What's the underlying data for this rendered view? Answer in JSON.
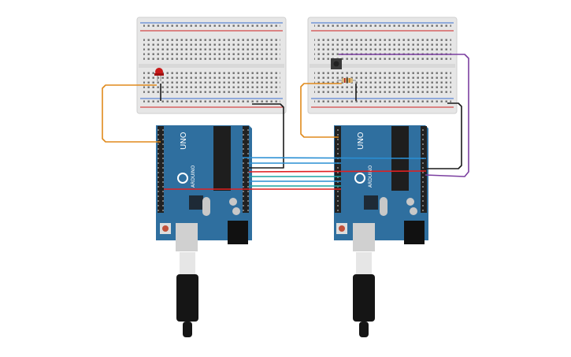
{
  "boards": [
    {
      "id": "left",
      "model_label": "UNO",
      "brand_label": "ARDUINO"
    },
    {
      "id": "right",
      "model_label": "UNO",
      "brand_label": "ARDUINO"
    }
  ],
  "colors": {
    "board_blue": "#2f6f9f",
    "breadboard": "#e6e6e6",
    "wire_orange": "#e08a1c",
    "wire_black": "#1a1a1a",
    "wire_blue": "#2a8fd4",
    "wire_red": "#e02020",
    "wire_teal": "#1aa3a3",
    "wire_purple": "#7b3fa0",
    "led_red": "#c81818"
  },
  "icons": [
    "led-icon",
    "resistor-icon",
    "pushbutton-icon",
    "usb-cable-icon"
  ]
}
